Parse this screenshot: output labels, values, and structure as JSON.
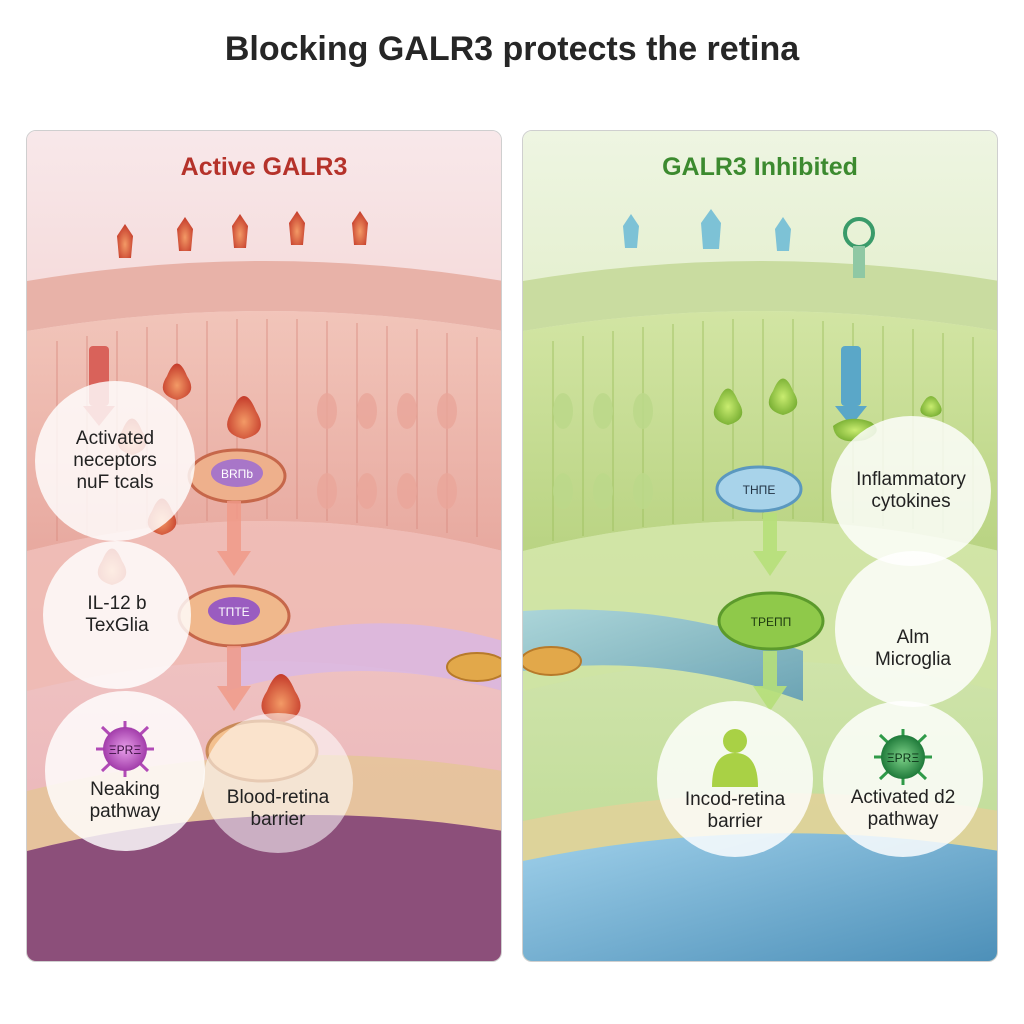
{
  "title": "Blocking GALR3 protects the retina",
  "panels": {
    "left": {
      "heading": "Active GALR3",
      "callouts": [
        {
          "lines": [
            "Activated",
            "neceptors",
            "nuF tcals"
          ]
        },
        {
          "lines": [
            "IL-12 b",
            "TexGlia"
          ]
        },
        {
          "lines": [
            "Neaking",
            "pathway"
          ],
          "badge": "ΞΡRΞ"
        },
        {
          "lines": [
            "Blood-retina",
            "barrier"
          ]
        }
      ],
      "cell_labels": [
        "ΒRΠb",
        "ΤΠΤΕ"
      ]
    },
    "right": {
      "heading": "GALR3 Inhibited",
      "callouts": [
        {
          "lines": [
            "Inflammatory",
            "cytokines"
          ]
        },
        {
          "lines": [
            "Alm",
            "Microglia"
          ]
        },
        {
          "lines": [
            "Incod-retina",
            "barrier"
          ]
        },
        {
          "lines": [
            "Activated d2",
            "pathway"
          ],
          "badge": "ΞΡRΞ"
        }
      ],
      "cell_labels": [
        "ΤΗΠΕ",
        "ΤΡΕΠΠ"
      ]
    }
  },
  "colors": {
    "left_accent": "#b5322a",
    "right_accent": "#3c8a2f",
    "inflamed": "#e0634a",
    "calm": "#8fc23c",
    "microglia_purple": "#c05cc4",
    "microglia_green": "#2f9a48"
  }
}
